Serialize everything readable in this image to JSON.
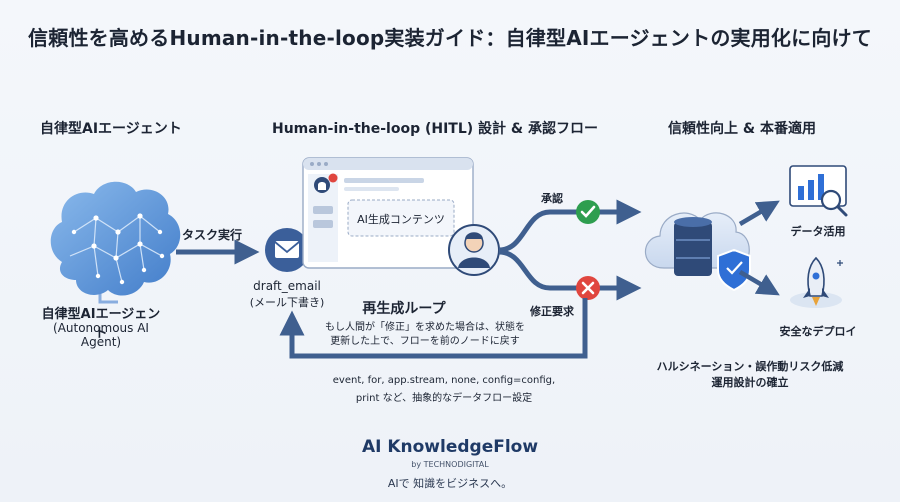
{
  "title": "信頼性を高めるHuman-in-the-loop実装ガイド：自律型AIエージェントの実用化に向けて",
  "sections": {
    "left": "自律型AIエージェント",
    "middle": "Human-in-the-loop (HITL) 設計 & 承認フロー",
    "right": "信頼性向上 & 本番適用"
  },
  "agent": {
    "name": "自律型AIエージェント",
    "name_en": "(Autonomous AI Agent)"
  },
  "flow": {
    "task_label": "タスク実行",
    "draft_label": "draft_email",
    "draft_sub": "(メール下書き)",
    "content_label": "AI生成コンテンツ",
    "approve_label": "承認",
    "reject_label": "修正要求"
  },
  "loop": {
    "title": "再生成ループ",
    "desc_line1": "もし人間が「修正」を求めた場合は、状態を",
    "desc_line2": "更新した上で、フローを前のノードに戻す",
    "code_line1": "event, for, app.stream, none, config=config,",
    "code_line2": "print など、抽象的なデータフロー設定"
  },
  "outcomes": {
    "data_label": "データ活用",
    "deploy_label": "安全なデプロイ",
    "benefit_line1": "ハルシネーション・誤作動リスク低減",
    "benefit_line2": "運用設計の確立"
  },
  "brand": {
    "name": "AI KnowledgeFlow",
    "by": "by TECHNODIGITAL",
    "tagline": "AIで 知識をビジネスへ。"
  },
  "colors": {
    "arrow": "#3f5f8f",
    "approve": "#2e9e4f",
    "reject": "#e0463f",
    "accent": "#2f6fd6"
  }
}
